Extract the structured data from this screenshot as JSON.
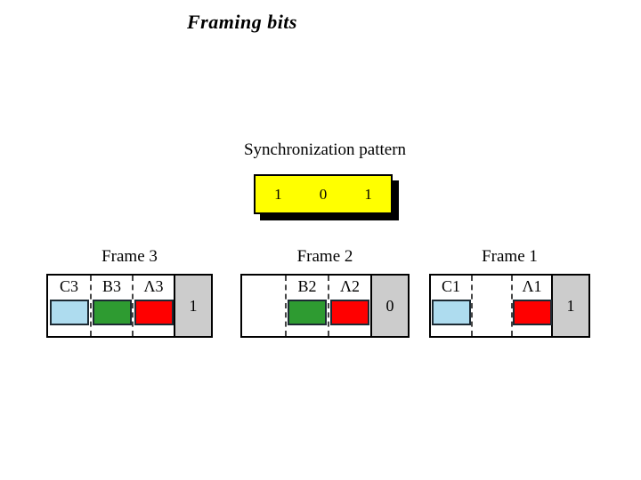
{
  "slide": {
    "title": "Framing bits",
    "background_color": "#ffffff"
  },
  "sync": {
    "label": "Synchronization pattern",
    "bits": [
      "1",
      "0",
      "1"
    ],
    "box_color": "#ffff00",
    "shadow_color": "#000000",
    "border_color": "#000000"
  },
  "palette": {
    "blue": "#aedcef",
    "green": "#2e9b31",
    "red": "#ff0000",
    "gray_bit": "#cccccc",
    "swatch_border": "#1d2a33",
    "divider": "#444444"
  },
  "frames": [
    {
      "title": "Frame 3",
      "cells": [
        {
          "label": "C3",
          "color": "#aedcef",
          "empty": false
        },
        {
          "label": "B3",
          "color": "#2e9b31",
          "empty": false
        },
        {
          "label": "Λ3",
          "color": "#ff0000",
          "empty": false
        }
      ],
      "bit": "1"
    },
    {
      "title": "Frame 2",
      "cells": [
        {
          "label": "",
          "color": "",
          "empty": true
        },
        {
          "label": "B2",
          "color": "#2e9b31",
          "empty": false
        },
        {
          "label": "Λ2",
          "color": "#ff0000",
          "empty": false
        }
      ],
      "bit": "0"
    },
    {
      "title": "Frame 1",
      "cells": [
        {
          "label": "C1",
          "color": "#aedcef",
          "empty": false
        },
        {
          "label": "",
          "color": "",
          "empty": true
        },
        {
          "label": "Λ1",
          "color": "#ff0000",
          "empty": false
        }
      ],
      "bit": "1"
    }
  ]
}
